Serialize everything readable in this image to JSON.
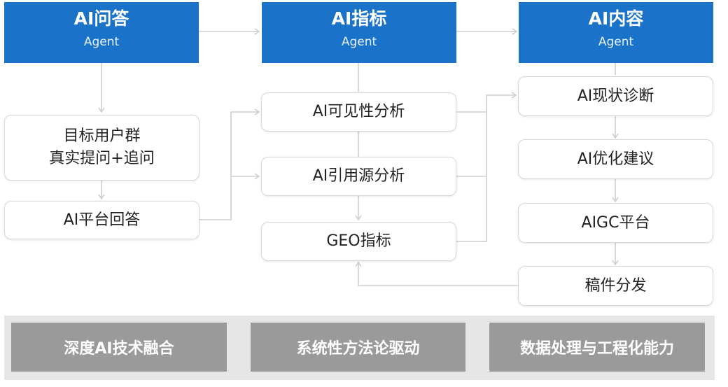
{
  "colors": {
    "header_bg": "#1a73c9",
    "connector": "#cfcfcf",
    "capability_bg": "#9a9a9a",
    "capability_band": "#e6e6e6"
  },
  "columns": [
    {
      "title": "AI问答",
      "subtitle": "Agent",
      "nodes": [
        {
          "lines": [
            "目标用户群",
            "真实提问+追问"
          ]
        },
        {
          "lines": [
            "AI平台回答"
          ]
        }
      ]
    },
    {
      "title": "AI指标",
      "subtitle": "Agent",
      "nodes": [
        {
          "lines": [
            "AI可见性分析"
          ]
        },
        {
          "lines": [
            "AI引用源分析"
          ]
        },
        {
          "lines": [
            "GEO指标"
          ]
        }
      ]
    },
    {
      "title": "AI内容",
      "subtitle": "Agent",
      "nodes": [
        {
          "lines": [
            "AI现状诊断"
          ]
        },
        {
          "lines": [
            "AI优化建议"
          ]
        },
        {
          "lines": [
            "AIGC平台"
          ]
        },
        {
          "lines": [
            "稿件分发"
          ]
        }
      ]
    }
  ],
  "capabilities": [
    "深度AI技术融合",
    "系统性方法论驱动",
    "数据处理与工程化能力"
  ]
}
